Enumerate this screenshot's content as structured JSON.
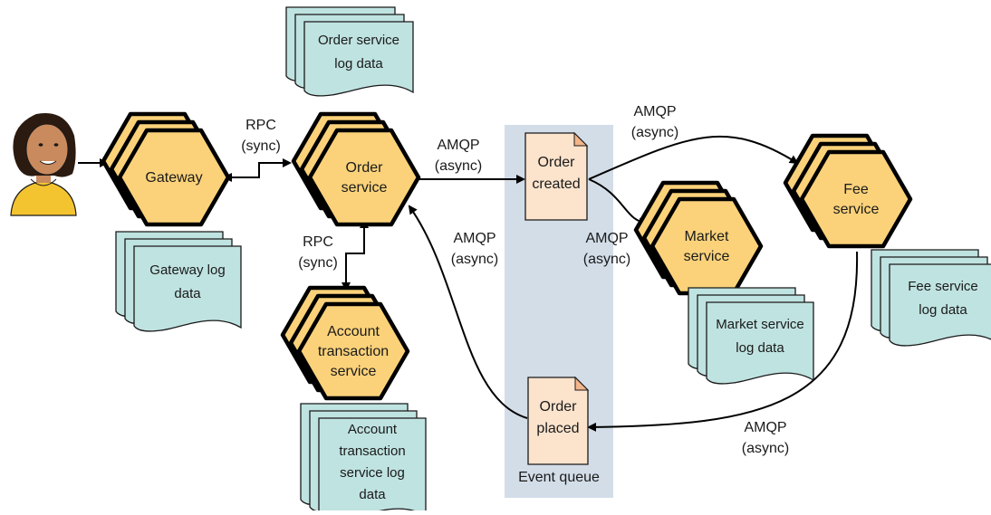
{
  "services": {
    "gateway": [
      "Gateway"
    ],
    "order": [
      "Order",
      "service"
    ],
    "account": [
      "Account",
      "transaction",
      "service"
    ],
    "market": [
      "Market",
      "service"
    ],
    "fee": [
      "Fee",
      "service"
    ]
  },
  "logs": {
    "order": [
      "Order service",
      "log data"
    ],
    "gateway": [
      "Gateway log",
      "data"
    ],
    "account": [
      "Account",
      "transaction",
      "service log",
      "data"
    ],
    "market": [
      "Market service",
      "log data"
    ],
    "fee": [
      "Fee service",
      "log data"
    ]
  },
  "events": {
    "created": [
      "Order",
      "created"
    ],
    "placed": [
      "Order",
      "placed"
    ]
  },
  "queue_label": "Event queue",
  "edge_labels": {
    "rpc_gateway_order": [
      "RPC",
      "(sync)"
    ],
    "rpc_order_account": [
      "RPC",
      "(sync)"
    ],
    "amqp_order_created": [
      "AMQP",
      "(async)"
    ],
    "amqp_created_fee": [
      "AMQP",
      "(async)"
    ],
    "amqp_created_market": [
      "AMQP",
      "(async)"
    ],
    "amqp_placed_order": [
      "AMQP",
      "(async)"
    ],
    "amqp_fee_placed": [
      "AMQP",
      "(async)"
    ]
  },
  "colors": {
    "service_fill": "#fbd27a",
    "log_fill": "#bfe3e1",
    "event_fill": "#fbe3cc",
    "event_fold": "#f3b58a",
    "queue_band": "#d3dde8",
    "person_skin": "#c98a5e",
    "person_hair": "#2a1a10",
    "person_shirt": "#f4c430"
  },
  "icons": {
    "person": "user-avatar-icon"
  }
}
